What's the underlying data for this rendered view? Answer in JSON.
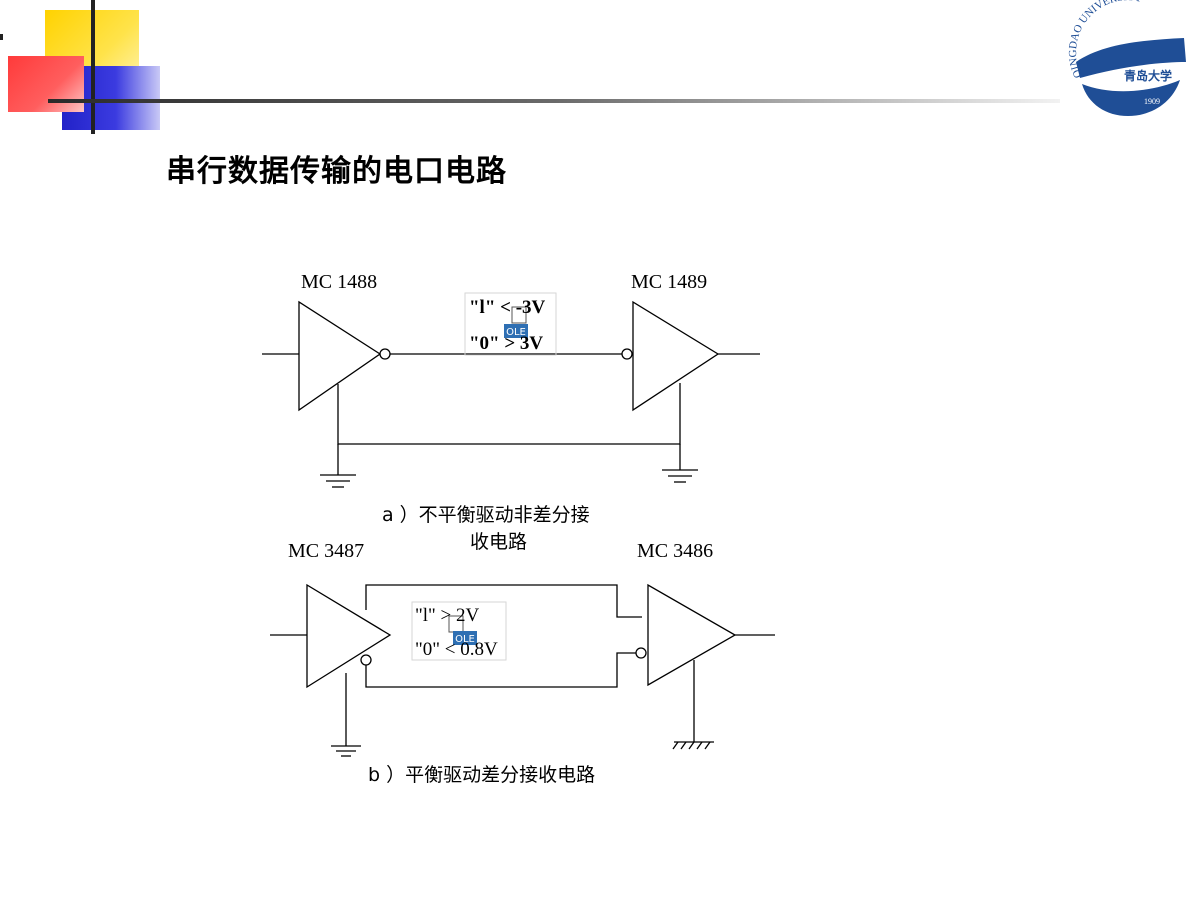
{
  "slide": {
    "title": "串行数据传输的电口电路"
  },
  "logo": {
    "text": "QINGDAO UNIVERSITY",
    "chinese_name": "青岛大学",
    "year": "1909",
    "color": "#1f4e96"
  },
  "colors": {
    "circuit": "#000000",
    "ole_blue": "#2e6fb3",
    "header_line": "#3a3a3a"
  },
  "circuit_a": {
    "driver_label": "MC 1488",
    "receiver_label": "MC 1489",
    "level_one": "\"l\" < -3V",
    "level_zero": "\"0\" > 3V",
    "ole_badge": "OLE",
    "caption_line1": "a ）不平衡驱动非差分接",
    "caption_line2": "收电路"
  },
  "circuit_b": {
    "driver_label": "MC 3487",
    "receiver_label": "MC 3486",
    "level_one": "\"l\" > 2V",
    "level_zero": "\"0\" < 0.8V",
    "ole_badge": "OLE",
    "caption": "b ）平衡驱动差分接收电路"
  }
}
